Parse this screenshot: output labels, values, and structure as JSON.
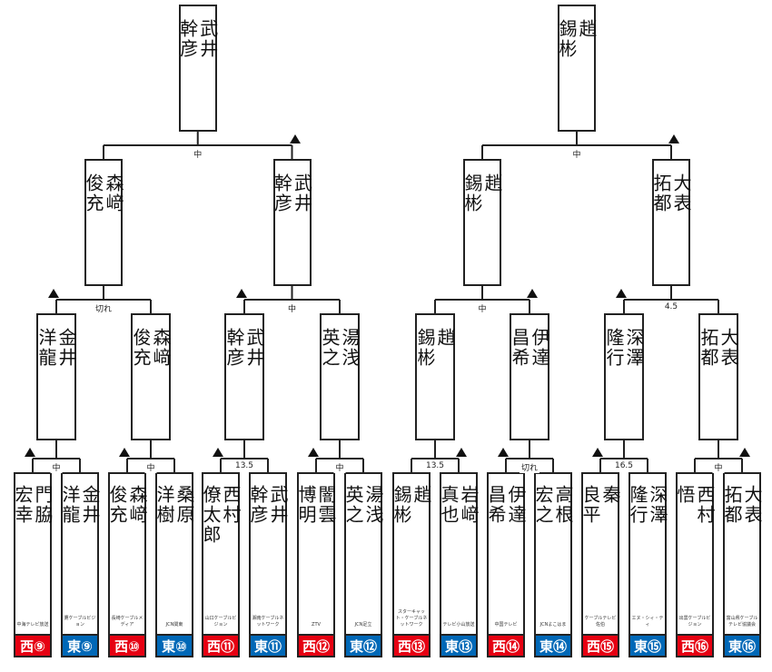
{
  "colors": {
    "west": "#e60012",
    "east": "#0068b7"
  },
  "rounds": [
    {
      "players": [
        {
          "name": "門脇\n宏幸",
          "sponsor": "中海テレビ放送",
          "tag": "西⑨",
          "side": "west"
        },
        {
          "name": "金井\n洋龍",
          "sponsor": "鷹ケーブルビジョン",
          "tag": "東⑨",
          "side": "east"
        },
        {
          "name": "森﨑\n俊充",
          "sponsor": "長崎ケーブルメディア",
          "tag": "西⑩",
          "side": "west"
        },
        {
          "name": "桑原\n洋樹",
          "sponsor": "JCN関東",
          "tag": "東⑩",
          "side": "east"
        },
        {
          "name": "西村\n僚太郎",
          "sponsor": "山口ケーブルビジョン",
          "tag": "西⑪",
          "side": "west"
        },
        {
          "name": "武井\n幹彦",
          "sponsor": "湘南ケーブルネットワーク",
          "tag": "東⑪",
          "side": "east"
        },
        {
          "name": "闇雲\n博明",
          "sponsor": "ZTV",
          "tag": "西⑫",
          "side": "west"
        },
        {
          "name": "湯浅\n英之",
          "sponsor": "JCN足立",
          "tag": "東⑫",
          "side": "east"
        },
        {
          "name": "趙\n錫彬",
          "sponsor": "スターキャット・ケーブルネットワーク",
          "tag": "西⑬",
          "side": "west"
        },
        {
          "name": "岩﨑\n真也",
          "sponsor": "テレビ小山放送",
          "tag": "東⑬",
          "side": "east"
        },
        {
          "name": "伊達\n昌希",
          "sponsor": "中国テレビ",
          "tag": "西⑭",
          "side": "west"
        },
        {
          "name": "高根\n宏之",
          "sponsor": "JCNよこはま",
          "tag": "東⑭",
          "side": "east"
        },
        {
          "name": "秦\n良平",
          "sponsor": "ケーブルテレビ佐伯",
          "tag": "西⑮",
          "side": "west"
        },
        {
          "name": "深澤\n隆行",
          "sponsor": "エヌ・シィ・ティ",
          "tag": "東⑮",
          "side": "east"
        },
        {
          "name": "西村\n悟",
          "sponsor": "出雲ケーブルビジョン",
          "tag": "西⑯",
          "side": "west"
        },
        {
          "name": "大表\n拓都",
          "sponsor": "富山県ケーブルテレビ協議会",
          "tag": "東⑯",
          "side": "east"
        }
      ],
      "results": [
        "中",
        "中",
        "13.5",
        "中",
        "13.5",
        "切れ",
        "16.5",
        "中"
      ],
      "sente": [
        "left",
        "left",
        "left",
        "left",
        "right",
        "left",
        "left",
        "right"
      ]
    },
    {
      "players": [
        {
          "name": "金井\n洋龍"
        },
        {
          "name": "森﨑\n俊充"
        },
        {
          "name": "武井\n幹彦"
        },
        {
          "name": "湯浅\n英之"
        },
        {
          "name": "趙\n錫彬"
        },
        {
          "name": "伊達\n昌希"
        },
        {
          "name": "深澤\n隆行"
        },
        {
          "name": "大表\n拓都"
        }
      ],
      "results": [
        "切れ",
        "中",
        "中",
        "4.5"
      ],
      "sente": [
        "left",
        "left",
        "right",
        "left"
      ]
    },
    {
      "players": [
        {
          "name": "森﨑\n俊充"
        },
        {
          "name": "武井\n幹彦"
        },
        {
          "name": "趙\n錫彬"
        },
        {
          "name": "大表\n拓都"
        }
      ],
      "results": [
        "中",
        "中"
      ],
      "sente": [
        "right",
        "right"
      ]
    },
    {
      "players": [
        {
          "name": "武井\n幹彦"
        },
        {
          "name": "趙\n錫彬"
        }
      ]
    }
  ]
}
